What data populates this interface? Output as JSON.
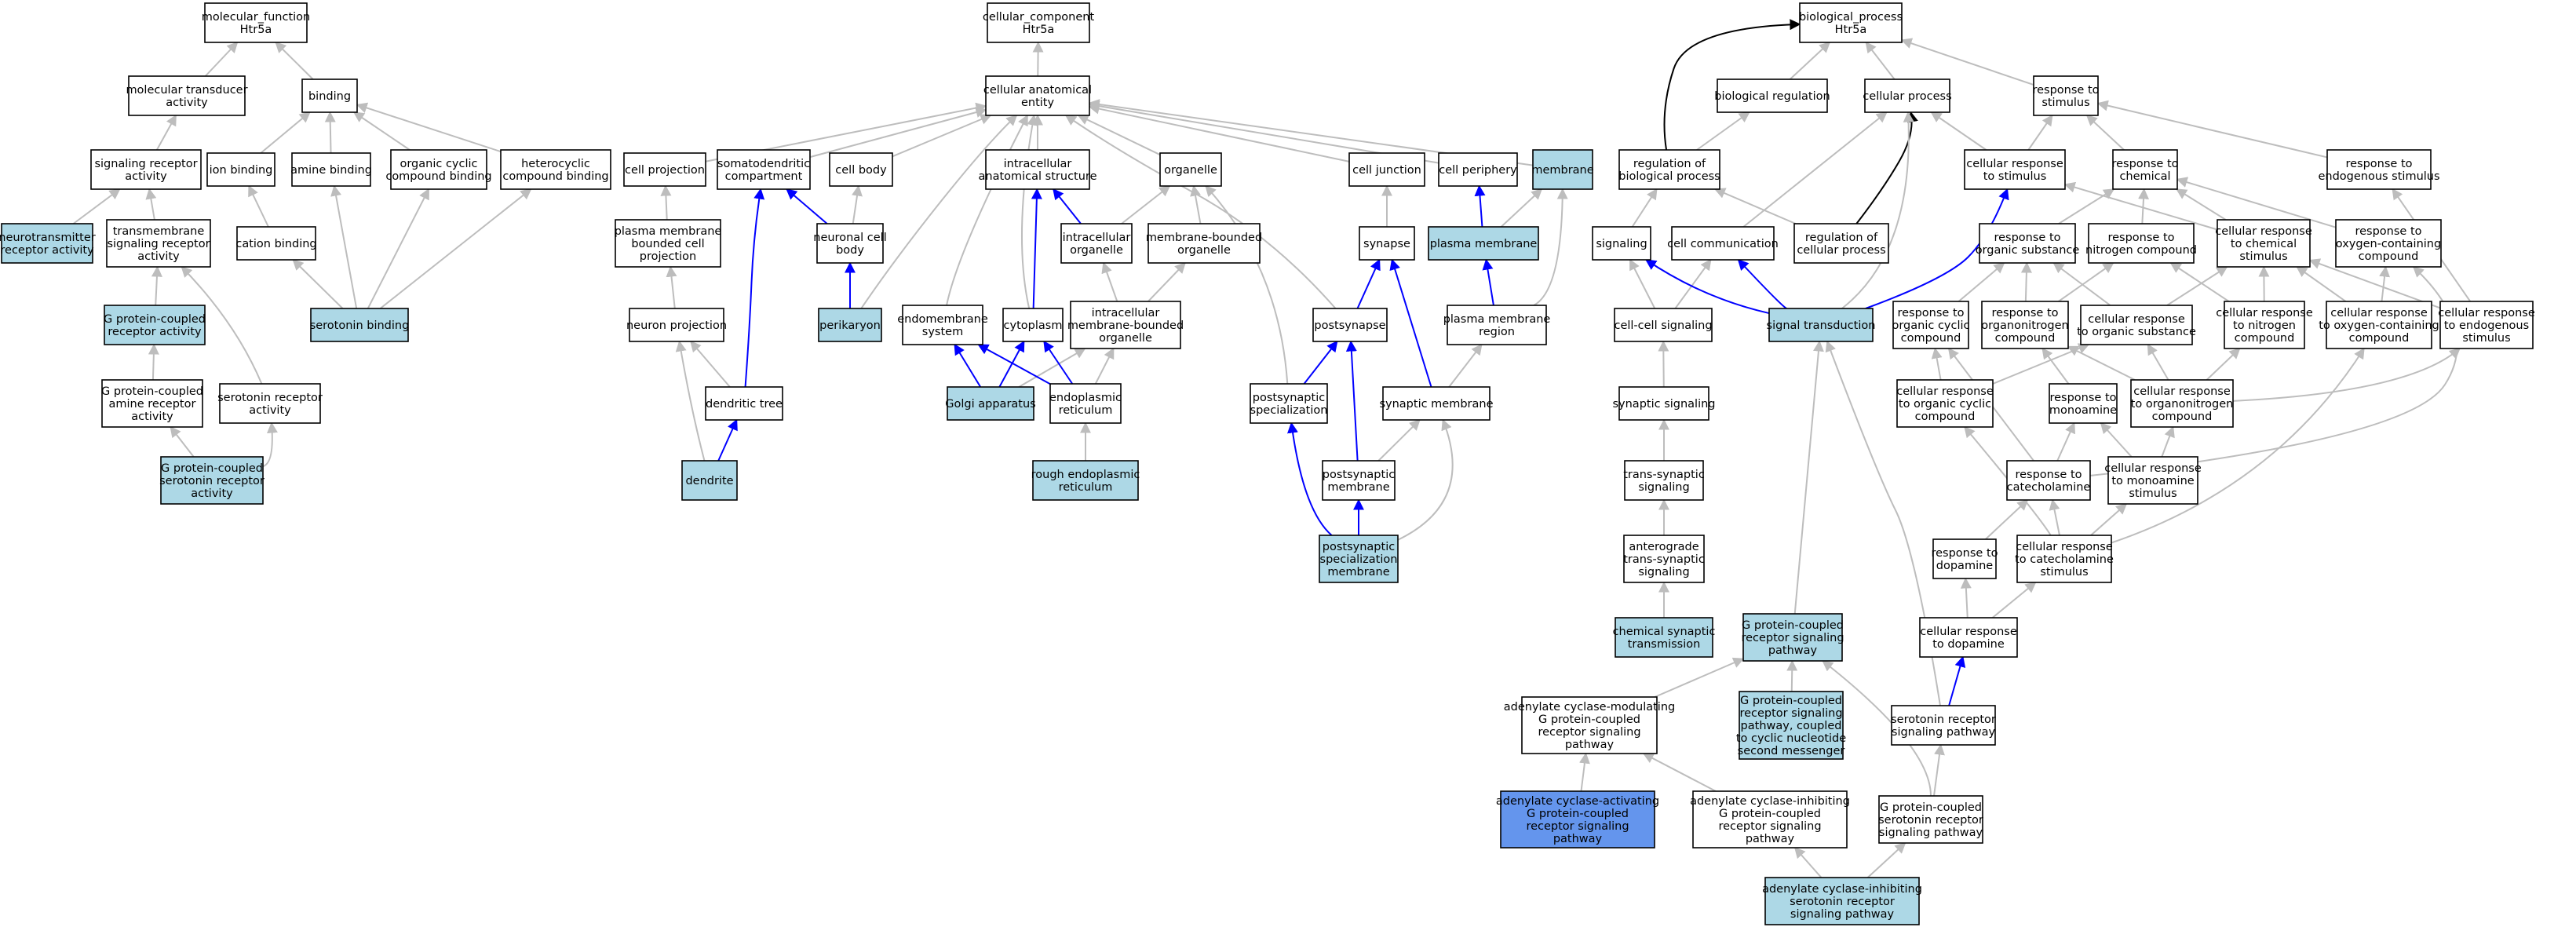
{
  "colors": {
    "plain": "#ffffff",
    "highlight": "#add8e6",
    "strong": "#6495ed",
    "edge_gray": "#bdbdbd",
    "edge_blue": "#0000ff",
    "edge_black": "#000000"
  },
  "nodes": [
    {
      "id": "mf",
      "lines": [
        "molecular_function",
        "Htr5a"
      ],
      "fill": "plain"
    },
    {
      "id": "cc",
      "lines": [
        "cellular_component",
        "Htr5a"
      ],
      "fill": "plain"
    },
    {
      "id": "bp",
      "lines": [
        "biological_process",
        "Htr5a"
      ],
      "fill": "plain"
    },
    {
      "id": "mta",
      "lines": [
        "molecular transducer",
        "activity"
      ],
      "fill": "plain"
    },
    {
      "id": "binding",
      "lines": [
        "binding"
      ],
      "fill": "plain"
    },
    {
      "id": "cae",
      "lines": [
        "cellular anatomical",
        "entity"
      ],
      "fill": "plain"
    },
    {
      "id": "bioreg",
      "lines": [
        "biological regulation"
      ],
      "fill": "plain"
    },
    {
      "id": "cellproc",
      "lines": [
        "cellular process"
      ],
      "fill": "plain"
    },
    {
      "id": "rts",
      "lines": [
        "response to",
        "stimulus"
      ],
      "fill": "plain"
    },
    {
      "id": "sra",
      "lines": [
        "signaling receptor",
        "activity"
      ],
      "fill": "plain"
    },
    {
      "id": "ionb",
      "lines": [
        "ion binding"
      ],
      "fill": "plain"
    },
    {
      "id": "amineb",
      "lines": [
        "amine binding"
      ],
      "fill": "plain"
    },
    {
      "id": "occb",
      "lines": [
        "organic cyclic",
        "compound binding"
      ],
      "fill": "plain"
    },
    {
      "id": "hcb",
      "lines": [
        "heterocyclic",
        "compound binding"
      ],
      "fill": "plain"
    },
    {
      "id": "cellproj",
      "lines": [
        "cell projection"
      ],
      "fill": "plain"
    },
    {
      "id": "sdc",
      "lines": [
        "somatodendritic",
        "compartment"
      ],
      "fill": "plain"
    },
    {
      "id": "cellbody",
      "lines": [
        "cell body"
      ],
      "fill": "plain"
    },
    {
      "id": "ias",
      "lines": [
        "intracellular",
        "anatomical structure"
      ],
      "fill": "plain"
    },
    {
      "id": "organelle",
      "lines": [
        "organelle"
      ],
      "fill": "plain"
    },
    {
      "id": "celljunc",
      "lines": [
        "cell junction"
      ],
      "fill": "plain"
    },
    {
      "id": "cellper",
      "lines": [
        "cell periphery"
      ],
      "fill": "plain"
    },
    {
      "id": "membrane",
      "lines": [
        "membrane"
      ],
      "fill": "highlight"
    },
    {
      "id": "robp",
      "lines": [
        "regulation of",
        "biological process"
      ],
      "fill": "plain"
    },
    {
      "id": "crs",
      "lines": [
        "cellular response",
        "to stimulus"
      ],
      "fill": "plain"
    },
    {
      "id": "rtc",
      "lines": [
        "response to",
        "chemical"
      ],
      "fill": "plain"
    },
    {
      "id": "rtes",
      "lines": [
        "response to",
        "endogenous stimulus"
      ],
      "fill": "plain"
    },
    {
      "id": "ntra",
      "lines": [
        "neurotransmitter",
        "receptor activity"
      ],
      "fill": "highlight"
    },
    {
      "id": "tsra",
      "lines": [
        "transmembrane",
        "signaling receptor",
        "activity"
      ],
      "fill": "plain"
    },
    {
      "id": "catb",
      "lines": [
        "cation binding"
      ],
      "fill": "plain"
    },
    {
      "id": "pmbcp",
      "lines": [
        "plasma membrane",
        "bounded cell",
        "projection"
      ],
      "fill": "plain"
    },
    {
      "id": "ncb",
      "lines": [
        "neuronal cell",
        "body"
      ],
      "fill": "plain"
    },
    {
      "id": "io",
      "lines": [
        "intracellular",
        "organelle"
      ],
      "fill": "plain"
    },
    {
      "id": "mbo",
      "lines": [
        "membrane-bounded",
        "organelle"
      ],
      "fill": "plain"
    },
    {
      "id": "synapse",
      "lines": [
        "synapse"
      ],
      "fill": "plain"
    },
    {
      "id": "pm",
      "lines": [
        "plasma membrane"
      ],
      "fill": "highlight"
    },
    {
      "id": "signaling",
      "lines": [
        "signaling"
      ],
      "fill": "plain"
    },
    {
      "id": "cellcomm",
      "lines": [
        "cell communication"
      ],
      "fill": "plain"
    },
    {
      "id": "rocp",
      "lines": [
        "regulation of",
        "cellular process"
      ],
      "fill": "plain"
    },
    {
      "id": "rtos",
      "lines": [
        "response to",
        "organic substance"
      ],
      "fill": "plain"
    },
    {
      "id": "rtnc",
      "lines": [
        "response to",
        "nitrogen compound"
      ],
      "fill": "plain"
    },
    {
      "id": "crcs",
      "lines": [
        "cellular response",
        "to chemical",
        "stimulus"
      ],
      "fill": "plain"
    },
    {
      "id": "rtocc",
      "lines": [
        "response to",
        "oxygen-containing",
        "compound"
      ],
      "fill": "plain"
    },
    {
      "id": "gpcra",
      "lines": [
        "G protein-coupled",
        "receptor activity"
      ],
      "fill": "highlight"
    },
    {
      "id": "serb",
      "lines": [
        "serotonin binding"
      ],
      "fill": "highlight"
    },
    {
      "id": "np",
      "lines": [
        "neuron projection"
      ],
      "fill": "plain"
    },
    {
      "id": "perikaryon",
      "lines": [
        "perikaryon"
      ],
      "fill": "highlight"
    },
    {
      "id": "ems",
      "lines": [
        "endomembrane",
        "system"
      ],
      "fill": "plain"
    },
    {
      "id": "cytoplasm",
      "lines": [
        "cytoplasm"
      ],
      "fill": "plain"
    },
    {
      "id": "imbo",
      "lines": [
        "intracellular",
        "membrane-bounded",
        "organelle"
      ],
      "fill": "plain"
    },
    {
      "id": "postsyn",
      "lines": [
        "postsynapse"
      ],
      "fill": "plain"
    },
    {
      "id": "pmr",
      "lines": [
        "plasma membrane",
        "region"
      ],
      "fill": "plain"
    },
    {
      "id": "ccsig",
      "lines": [
        "cell-cell signaling"
      ],
      "fill": "plain"
    },
    {
      "id": "st",
      "lines": [
        "signal transduction"
      ],
      "fill": "highlight"
    },
    {
      "id": "rtocyc",
      "lines": [
        "response to",
        "organic cyclic",
        "compound"
      ],
      "fill": "plain"
    },
    {
      "id": "rtonc",
      "lines": [
        "response to",
        "organonitrogen",
        "compound"
      ],
      "fill": "plain"
    },
    {
      "id": "crtos",
      "lines": [
        "cellular response",
        "to organic substance"
      ],
      "fill": "plain"
    },
    {
      "id": "crtnc",
      "lines": [
        "cellular response",
        "to nitrogen",
        "compound"
      ],
      "fill": "plain"
    },
    {
      "id": "crtocc",
      "lines": [
        "cellular response",
        "to oxygen-containing",
        "compound"
      ],
      "fill": "plain"
    },
    {
      "id": "crtes",
      "lines": [
        "cellular response",
        "to endogenous",
        "stimulus"
      ],
      "fill": "plain"
    },
    {
      "id": "gpcara",
      "lines": [
        "G protein-coupled",
        "amine receptor",
        "activity"
      ],
      "fill": "plain"
    },
    {
      "id": "sra2",
      "lines": [
        "serotonin receptor",
        "activity"
      ],
      "fill": "plain"
    },
    {
      "id": "dt",
      "lines": [
        "dendritic tree"
      ],
      "fill": "plain"
    },
    {
      "id": "golgi",
      "lines": [
        "Golgi apparatus"
      ],
      "fill": "highlight"
    },
    {
      "id": "er",
      "lines": [
        "endoplasmic",
        "reticulum"
      ],
      "fill": "plain"
    },
    {
      "id": "pss",
      "lines": [
        "postsynaptic",
        "specialization"
      ],
      "fill": "plain"
    },
    {
      "id": "synm",
      "lines": [
        "synaptic membrane"
      ],
      "fill": "plain"
    },
    {
      "id": "synsig",
      "lines": [
        "synaptic signaling"
      ],
      "fill": "plain"
    },
    {
      "id": "crtocyc",
      "lines": [
        "cellular response",
        "to organic cyclic",
        "compound"
      ],
      "fill": "plain"
    },
    {
      "id": "rtm",
      "lines": [
        "response to",
        "monoamine"
      ],
      "fill": "plain"
    },
    {
      "id": "crtonc",
      "lines": [
        "cellular response",
        "to organonitrogen",
        "compound"
      ],
      "fill": "plain"
    },
    {
      "id": "gpcsra",
      "lines": [
        "G protein-coupled",
        "serotonin receptor",
        "activity"
      ],
      "fill": "highlight"
    },
    {
      "id": "dendrite",
      "lines": [
        "dendrite"
      ],
      "fill": "highlight"
    },
    {
      "id": "rer",
      "lines": [
        "rough endoplasmic",
        "reticulum"
      ],
      "fill": "highlight"
    },
    {
      "id": "psm",
      "lines": [
        "postsynaptic",
        "membrane"
      ],
      "fill": "plain"
    },
    {
      "id": "tss",
      "lines": [
        "trans-synaptic",
        "signaling"
      ],
      "fill": "plain"
    },
    {
      "id": "rtca",
      "lines": [
        "response to",
        "catecholamine"
      ],
      "fill": "plain"
    },
    {
      "id": "crtms",
      "lines": [
        "cellular response",
        "to monoamine",
        "stimulus"
      ],
      "fill": "plain"
    },
    {
      "id": "pssm",
      "lines": [
        "postsynaptic",
        "specialization",
        "membrane"
      ],
      "fill": "highlight"
    },
    {
      "id": "atss",
      "lines": [
        "anterograde",
        "trans-synaptic",
        "signaling"
      ],
      "fill": "plain"
    },
    {
      "id": "rtd",
      "lines": [
        "response to",
        "dopamine"
      ],
      "fill": "plain"
    },
    {
      "id": "crtcs",
      "lines": [
        "cellular response",
        "to catecholamine",
        "stimulus"
      ],
      "fill": "plain"
    },
    {
      "id": "cst",
      "lines": [
        "chemical synaptic",
        "transmission"
      ],
      "fill": "highlight"
    },
    {
      "id": "gpcrsp",
      "lines": [
        "G protein-coupled",
        "receptor signaling",
        "pathway"
      ],
      "fill": "highlight"
    },
    {
      "id": "crtd",
      "lines": [
        "cellular response",
        "to dopamine"
      ],
      "fill": "plain"
    },
    {
      "id": "acmod",
      "lines": [
        "adenylate cyclase-modulating",
        "G protein-coupled",
        "receptor signaling",
        "pathway"
      ],
      "fill": "plain"
    },
    {
      "id": "gpcrcyc",
      "lines": [
        "G protein-coupled",
        "receptor signaling",
        "pathway, coupled",
        "to cyclic nucleotide",
        "second messenger"
      ],
      "fill": "highlight"
    },
    {
      "id": "srsp",
      "lines": [
        "serotonin receptor",
        "signaling pathway"
      ],
      "fill": "plain"
    },
    {
      "id": "acact",
      "lines": [
        "adenylate cyclase-activating",
        "G protein-coupled",
        "receptor signaling",
        "pathway"
      ],
      "fill": "strong"
    },
    {
      "id": "acinh",
      "lines": [
        "adenylate cyclase-inhibiting",
        "G protein-coupled",
        "receptor signaling",
        "pathway"
      ],
      "fill": "plain"
    },
    {
      "id": "gpcsrsp",
      "lines": [
        "G protein-coupled",
        "serotonin receptor",
        "signaling pathway"
      ],
      "fill": "plain"
    },
    {
      "id": "acisrsp",
      "lines": [
        "adenylate cyclase-inhibiting",
        "serotonin receptor",
        "signaling pathway"
      ],
      "fill": "highlight"
    }
  ],
  "edges": [
    [
      "mta",
      "mf",
      "gray"
    ],
    [
      "binding",
      "mf",
      "gray"
    ],
    [
      "sra",
      "mta",
      "gray"
    ],
    [
      "ionb",
      "binding",
      "gray"
    ],
    [
      "amineb",
      "binding",
      "gray"
    ],
    [
      "occb",
      "binding",
      "gray"
    ],
    [
      "hcb",
      "binding",
      "gray"
    ],
    [
      "ntra",
      "sra",
      "gray"
    ],
    [
      "tsra",
      "sra",
      "gray"
    ],
    [
      "catb",
      "ionb",
      "gray"
    ],
    [
      "gpcra",
      "tsra",
      "gray"
    ],
    [
      "serb",
      "amineb",
      "gray"
    ],
    [
      "serb",
      "occb",
      "gray"
    ],
    [
      "serb",
      "hcb",
      "gray"
    ],
    [
      "serb",
      "catb",
      "gray"
    ],
    [
      "gpcara",
      "gpcra",
      "gray"
    ],
    [
      "sra2",
      "tsra",
      "gray"
    ],
    [
      "gpcsra",
      "gpcara",
      "gray"
    ],
    [
      "gpcsra",
      "sra2",
      "gray"
    ],
    [
      "cae",
      "cc",
      "gray"
    ],
    [
      "cellproj",
      "cae",
      "gray"
    ],
    [
      "sdc",
      "cae",
      "gray"
    ],
    [
      "cellbody",
      "cae",
      "gray"
    ],
    [
      "ias",
      "cae",
      "gray"
    ],
    [
      "organelle",
      "cae",
      "gray"
    ],
    [
      "celljunc",
      "cae",
      "gray"
    ],
    [
      "cellper",
      "cae",
      "gray"
    ],
    [
      "membrane",
      "cae",
      "gray"
    ],
    [
      "pmbcp",
      "cellproj",
      "gray"
    ],
    [
      "ncb",
      "sdc",
      "blue"
    ],
    [
      "ncb",
      "cellbody",
      "gray"
    ],
    [
      "io",
      "ias",
      "blue"
    ],
    [
      "io",
      "organelle",
      "gray"
    ],
    [
      "mbo",
      "organelle",
      "gray"
    ],
    [
      "synapse",
      "celljunc",
      "gray"
    ],
    [
      "pm",
      "cellper",
      "blue"
    ],
    [
      "pm",
      "membrane",
      "gray"
    ],
    [
      "np",
      "pmbcp",
      "gray"
    ],
    [
      "perikaryon",
      "ncb",
      "blue"
    ],
    [
      "perikaryon",
      "cae",
      "gray"
    ],
    [
      "ems",
      "cae",
      "gray"
    ],
    [
      "cytoplasm",
      "ias",
      "blue"
    ],
    [
      "cytoplasm",
      "cae",
      "gray"
    ],
    [
      "imbo",
      "io",
      "gray"
    ],
    [
      "imbo",
      "mbo",
      "gray"
    ],
    [
      "postsyn",
      "synapse",
      "blue"
    ],
    [
      "postsyn",
      "cae",
      "gray"
    ],
    [
      "pmr",
      "pm",
      "blue"
    ],
    [
      "pmr",
      "membrane",
      "gray"
    ],
    [
      "dt",
      "sdc",
      "blue"
    ],
    [
      "dt",
      "np",
      "gray"
    ],
    [
      "golgi",
      "ems",
      "blue"
    ],
    [
      "golgi",
      "cytoplasm",
      "blue"
    ],
    [
      "golgi",
      "imbo",
      "gray"
    ],
    [
      "er",
      "ems",
      "blue"
    ],
    [
      "er",
      "cytoplasm",
      "blue"
    ],
    [
      "er",
      "imbo",
      "gray"
    ],
    [
      "pss",
      "postsyn",
      "blue"
    ],
    [
      "pss",
      "organelle",
      "gray"
    ],
    [
      "synm",
      "synapse",
      "blue"
    ],
    [
      "synm",
      "pmr",
      "gray"
    ],
    [
      "dendrite",
      "dt",
      "blue"
    ],
    [
      "dendrite",
      "np",
      "gray"
    ],
    [
      "rer",
      "er",
      "gray"
    ],
    [
      "psm",
      "postsyn",
      "blue"
    ],
    [
      "psm",
      "synm",
      "gray"
    ],
    [
      "pssm",
      "psm",
      "blue"
    ],
    [
      "pssm",
      "pss",
      "blue"
    ],
    [
      "pssm",
      "synm",
      "gray"
    ],
    [
      "bioreg",
      "bp",
      "gray"
    ],
    [
      "cellproc",
      "bp",
      "gray"
    ],
    [
      "rts",
      "bp",
      "gray"
    ],
    [
      "robp",
      "bioreg",
      "gray"
    ],
    [
      "robp",
      "bp",
      "black"
    ],
    [
      "crs",
      "cellproc",
      "gray"
    ],
    [
      "crs",
      "rts",
      "gray"
    ],
    [
      "rtc",
      "rts",
      "gray"
    ],
    [
      "rtes",
      "rts",
      "gray"
    ],
    [
      "signaling",
      "robp",
      "gray"
    ],
    [
      "cellcomm",
      "cellproc",
      "gray"
    ],
    [
      "rocp",
      "robp",
      "gray"
    ],
    [
      "rocp",
      "cellproc",
      "black"
    ],
    [
      "rtos",
      "rtc",
      "gray"
    ],
    [
      "rtnc",
      "rtc",
      "gray"
    ],
    [
      "crcs",
      "crs",
      "gray"
    ],
    [
      "crcs",
      "rtc",
      "gray"
    ],
    [
      "rtocc",
      "rtc",
      "gray"
    ],
    [
      "ccsig",
      "signaling",
      "gray"
    ],
    [
      "ccsig",
      "cellcomm",
      "gray"
    ],
    [
      "st",
      "signaling",
      "blue"
    ],
    [
      "st",
      "cellcomm",
      "blue"
    ],
    [
      "st",
      "crs",
      "blue"
    ],
    [
      "st",
      "cellproc",
      "gray"
    ],
    [
      "rtocyc",
      "rtos",
      "gray"
    ],
    [
      "rtonc",
      "rtos",
      "gray"
    ],
    [
      "rtonc",
      "rtnc",
      "gray"
    ],
    [
      "crtos",
      "crcs",
      "gray"
    ],
    [
      "crtos",
      "rtos",
      "gray"
    ],
    [
      "crtnc",
      "crcs",
      "gray"
    ],
    [
      "crtnc",
      "rtnc",
      "gray"
    ],
    [
      "crtocc",
      "crcs",
      "gray"
    ],
    [
      "crtocc",
      "rtocc",
      "gray"
    ],
    [
      "crtes",
      "rtes",
      "gray"
    ],
    [
      "crtes",
      "crcs",
      "gray"
    ],
    [
      "synsig",
      "ccsig",
      "gray"
    ],
    [
      "crtocyc",
      "crtos",
      "gray"
    ],
    [
      "crtocyc",
      "rtocyc",
      "gray"
    ],
    [
      "rtm",
      "rtonc",
      "gray"
    ],
    [
      "crtonc",
      "crtos",
      "gray"
    ],
    [
      "crtonc",
      "rtonc",
      "gray"
    ],
    [
      "crtonc",
      "crtnc",
      "gray"
    ],
    [
      "crtonc",
      "crtes",
      "gray"
    ],
    [
      "tss",
      "synsig",
      "gray"
    ],
    [
      "rtca",
      "rtm",
      "gray"
    ],
    [
      "rtca",
      "rtocyc",
      "gray"
    ],
    [
      "rtca",
      "rtocc",
      "gray"
    ],
    [
      "crtms",
      "rtm",
      "gray"
    ],
    [
      "crtms",
      "crtonc",
      "gray"
    ],
    [
      "atss",
      "tss",
      "gray"
    ],
    [
      "rtd",
      "rtca",
      "gray"
    ],
    [
      "crtcs",
      "rtca",
      "gray"
    ],
    [
      "crtcs",
      "crtms",
      "gray"
    ],
    [
      "crtcs",
      "crtocyc",
      "gray"
    ],
    [
      "crtcs",
      "crtocc",
      "gray"
    ],
    [
      "cst",
      "atss",
      "gray"
    ],
    [
      "gpcrsp",
      "st",
      "gray"
    ],
    [
      "crtd",
      "rtd",
      "gray"
    ],
    [
      "crtd",
      "crtcs",
      "gray"
    ],
    [
      "acmod",
      "gpcrsp",
      "gray"
    ],
    [
      "gpcrcyc",
      "gpcrsp",
      "gray"
    ],
    [
      "srsp",
      "crtd",
      "blue"
    ],
    [
      "srsp",
      "st",
      "gray"
    ],
    [
      "acact",
      "acmod",
      "gray"
    ],
    [
      "acinh",
      "acmod",
      "gray"
    ],
    [
      "gpcsrsp",
      "gpcrsp",
      "gray"
    ],
    [
      "gpcsrsp",
      "srsp",
      "gray"
    ],
    [
      "acisrsp",
      "acinh",
      "gray"
    ],
    [
      "acisrsp",
      "gpcsrsp",
      "gray"
    ]
  ]
}
